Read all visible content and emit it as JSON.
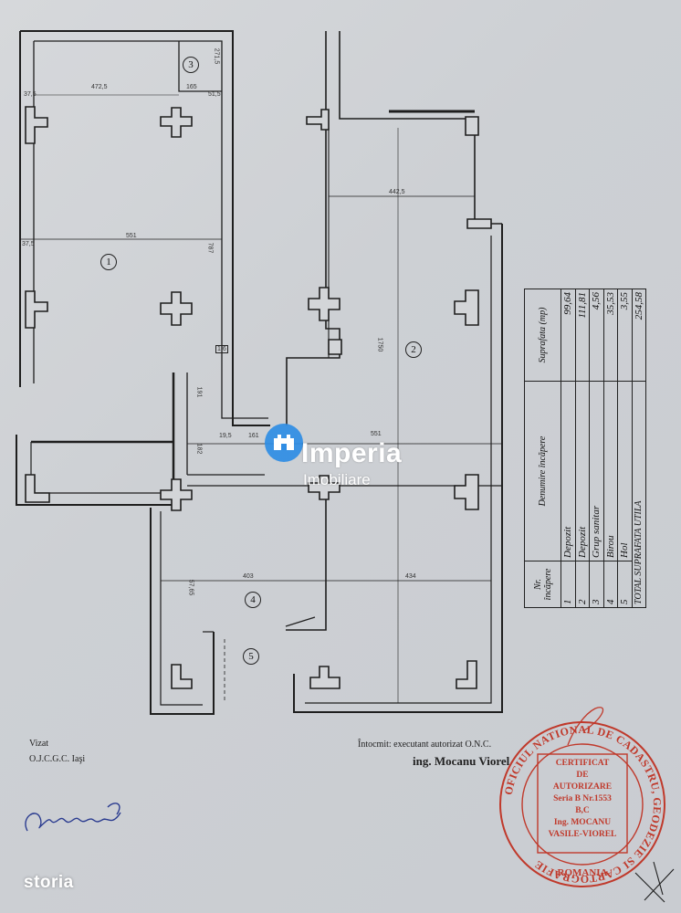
{
  "plan": {
    "room_numbers": [
      "1",
      "2",
      "3",
      "4",
      "5"
    ],
    "dimensions": [
      "37,5",
      "472,5",
      "165",
      "51,5",
      "271,5",
      "37,5",
      "551",
      "787",
      "442,5",
      "1,6",
      "161",
      "551",
      "191",
      "182",
      "19,5",
      "403",
      "434",
      "57,65",
      "1750"
    ]
  },
  "table": {
    "headers": [
      "Nr. încăpere",
      "Denumire încăpere",
      "Suprafata (mp)"
    ],
    "rows": [
      {
        "nr": "1",
        "name": "Depozit",
        "area": "99,64"
      },
      {
        "nr": "2",
        "name": "Depozit",
        "area": "111,81"
      },
      {
        "nr": "3",
        "name": "Grup sanitar",
        "area": "4,56"
      },
      {
        "nr": "4",
        "name": "Birou",
        "area": "35,53"
      },
      {
        "nr": "5",
        "name": "Hol",
        "area": "3,55"
      }
    ],
    "total_label": "TOTAL SUPRAFATA UTILA",
    "total_value": "254,58"
  },
  "footer": {
    "vizat": "Vizat",
    "ojcgc": "O.J.C.G.C. Iaşi",
    "intocmit": "Întocmit: executant autorizat O.N.C.",
    "engineer": "ing. Mocanu Viorel"
  },
  "stamp": {
    "ring": "OFICIUL NATIONAL DE CADASTRU, GEODEZIE SI CARTOGRAFIE",
    "lines": [
      "CERTIFICAT",
      "DE",
      "AUTORIZARE",
      "Seria B Nr.1553",
      "B,C",
      "Ing. MOCANU",
      "VASILE-VIOREL"
    ],
    "country": "ROMANIA"
  },
  "watermark": {
    "brand": "Imperia",
    "sub": "Imobiliare"
  },
  "badge": {
    "storia": "storia"
  },
  "colors": {
    "ink": "#1e1e1e",
    "paper": "#cfd2d6",
    "stamp": "#c0392b",
    "logo": "#2f8de4"
  }
}
